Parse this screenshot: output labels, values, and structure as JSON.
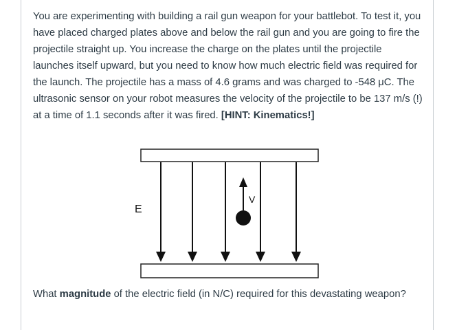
{
  "problem": {
    "text": "You are experimenting with building a rail gun weapon for your battlebot. To test it, you have placed charged plates above and below the rail gun and you are going to fire the projectile straight up. You increase the charge on the plates until the projectile launches itself upward, but you need to know how much electric field was required for the launch. The projectile has a mass of 4.6 grams and was charged to -548 μC. The ultrasonic sensor on your robot measures the velocity of the projectile to be 137 m/s (!) at a time of 1.1 seconds after it was fired.",
    "hint": "[HINT: Kinematics!]"
  },
  "diagram": {
    "field_label": "E",
    "velocity_label": "V"
  },
  "question": {
    "prefix": "What ",
    "emphasis": "magnitude",
    "suffix": " of the electric field (in N/C) required for this devastating weapon?"
  }
}
